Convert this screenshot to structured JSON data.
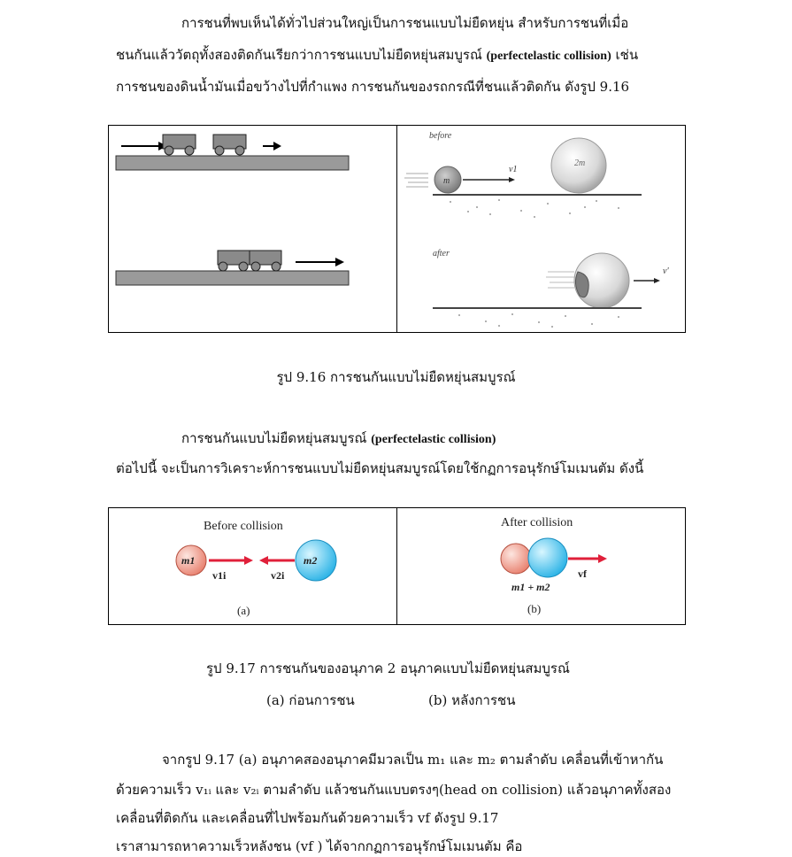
{
  "para1": {
    "line1": "การชนที่พบเห็นได้ทั่วไปส่วนใหญ่เป็นการชนแบบไม่ยืดหยุ่น   สำหรับการชนที่เมื่อ",
    "line2_a": "ชนกันแล้ววัตถุทั้งสองติดกันเรียกว่าการชนแบบไม่ยืดหยุ่นสมบูรณ์ ",
    "line2_b": "(perfectelastic collision)",
    "line2_c": "  เช่น",
    "line3": "การชนของดินน้ำมันเมื่อขว้างไปที่กำแพง  การชนกันของรถกรณีที่ชนแล้วติดกัน   ดังรูป 9.16"
  },
  "figure1": {
    "before_label": "before",
    "after_label": "after",
    "mass_m": "m",
    "mass_2m": "2m",
    "v1_label": "v1",
    "v_label": "v'",
    "caption": "รูป 9.16  การชนกันแบบไม่ยืดหยุ่นสมบูรณ์"
  },
  "heading": {
    "text": "การชนกันแบบไม่ยืดหยุ่นสมบูรณ์ ",
    "latin": "(perfectelastic collision)"
  },
  "para2": {
    "line1": "ต่อไปนี้  จะเป็นการวิเคราะห์การชนแบบไม่ยืดหยุ่นสมบูรณ์โดยใช้กฏการอนุรักษ์โมเมนตัม  ดังนี้"
  },
  "figure2": {
    "before_title": "Before collision",
    "after_title": "After collision",
    "m1": "m1",
    "m2": "m2",
    "v1i": "v1i",
    "v2i": "v2i",
    "vf": "vf",
    "combined": "m1 + m2",
    "label_a": "(a)",
    "label_b": "(b)",
    "caption_line1": "รูป 9.17   การชนกันของอนุภาค 2 อนุภาคแบบไม่ยืดหยุ่นสมบูรณ์",
    "caption_a": "(a)  ก่อนการชน",
    "caption_b": "(b)  หลังการชน"
  },
  "para3": {
    "line1": "จากรูป 9.17 (a)  อนุภาคสองอนุภาคมีมวลเป็น m₁ และ m₂ ตามลำดับ   เคลื่อนที่เข้าหากัน",
    "line2": "ด้วยความเร็ว v₁ᵢ และ  v₂ᵢ ตามลำดับ   แล้วชนกันแบบตรงๆ(head on collision)  แล้วอนุภาคทั้งสอง",
    "line3": "เคลื่อนที่ติดกัน  และเคลื่อนที่ไปพร้อมกันด้วยความเร็ว vf  ดังรูป 9.17",
    "line4": "เราสามารถหาความเร็วหลังชน (vf ) ได้จากกฏการอนุรักษ์โมเมนตัม  คือ"
  }
}
